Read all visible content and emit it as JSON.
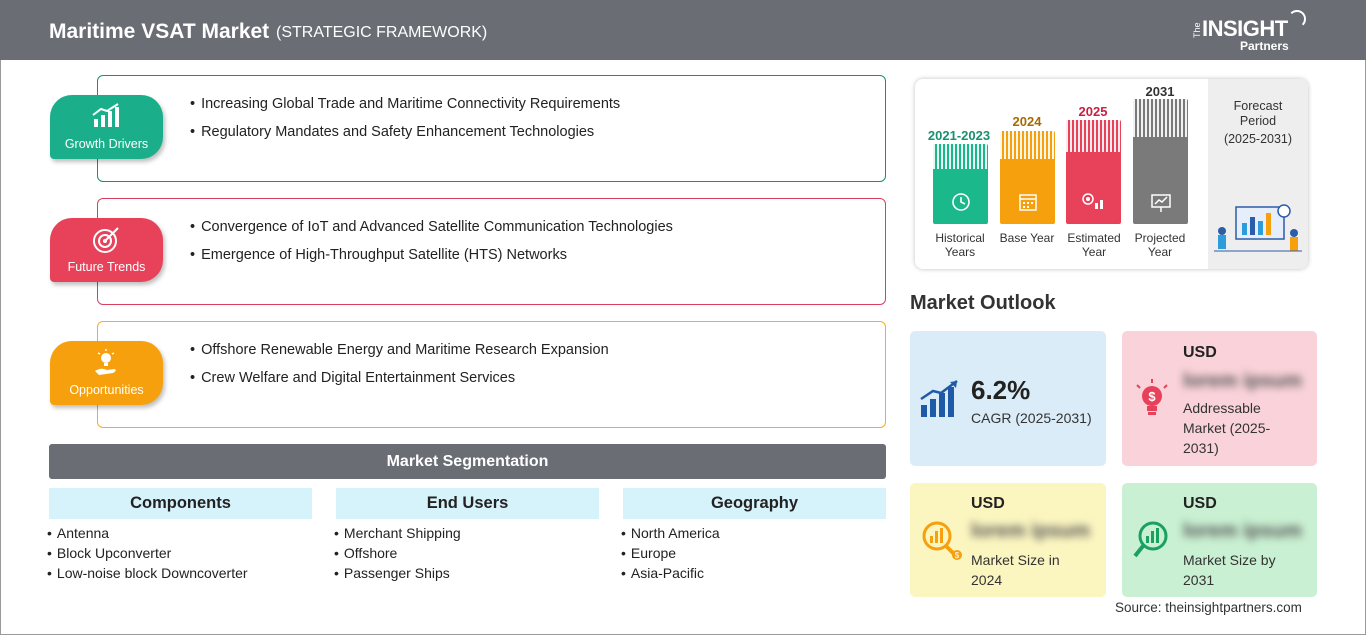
{
  "header": {
    "title": "Maritime VSAT Market",
    "subtitle": "(STRATEGIC FRAMEWORK)"
  },
  "logo": {
    "the": "The",
    "insight": "INSIGHT",
    "partners": "Partners"
  },
  "framework": [
    {
      "label": "Growth Drivers",
      "color": "#1aaf8a",
      "border": "#1a8f70",
      "icon": "growth-chart-icon",
      "items": [
        "Increasing Global Trade and Maritime Connectivity Requirements",
        "Regulatory Mandates and Safety Enhancement Technologies"
      ]
    },
    {
      "label": "Future Trends",
      "color": "#e8425a",
      "border": "#d84060",
      "icon": "target-icon",
      "items": [
        "Convergence of IoT and Advanced Satellite Communication Technologies",
        "Emergence of High-Throughput Satellite (HTS) Networks"
      ]
    },
    {
      "label": "Opportunities",
      "color": "#f5a00c",
      "border": "#f0b020",
      "icon": "lightbulb-hand-icon",
      "items": [
        "Offshore Renewable Energy and Maritime Research Expansion",
        "Crew Welfare and Digital Entertainment Services"
      ]
    }
  ],
  "segmentation": {
    "title": "Market Segmentation",
    "columns": [
      {
        "heading": "Components",
        "items": [
          "Antenna",
          "Block Upconverter",
          "Low-noise block Downcoverter"
        ]
      },
      {
        "heading": "End Users",
        "items": [
          "Merchant Shipping",
          "Offshore",
          "Passenger Ships"
        ]
      },
      {
        "heading": "Geography",
        "items": [
          "North America",
          "Europe",
          "Asia-Pacific"
        ]
      }
    ]
  },
  "timeline": {
    "bars": [
      {
        "year": "2021-2023",
        "label": "Historical Years",
        "color": "#1ab88a",
        "yearColor": "#1a9070",
        "icon": "clock-icon"
      },
      {
        "year": "2024",
        "label": "Base Year",
        "color": "#f5a00c",
        "yearColor": "#a86a00",
        "icon": "calendar-icon"
      },
      {
        "year": "2025",
        "label": "Estimated Year",
        "color": "#e8425a",
        "yearColor": "#c82040",
        "icon": "gear-chart-icon"
      },
      {
        "year": "2031",
        "label": "Projected Year",
        "color": "#7a7a7a",
        "yearColor": "#333333",
        "icon": "presentation-icon"
      }
    ],
    "forecast": {
      "title": "Forecast Period",
      "range": "(2025-2031)"
    }
  },
  "outlook": {
    "title": "Market Outlook",
    "cagr": {
      "value": "6.2%",
      "label": "CAGR (2025-2031)",
      "bg": "#d9ecf7"
    },
    "addressable": {
      "currency": "USD",
      "value": "lorem ipsum",
      "label": "Addressable Market (2025-2031)",
      "bg": "#f9d3d9"
    },
    "size2024": {
      "currency": "USD",
      "value": "lorem ipsum",
      "label": "Market Size in 2024",
      "bg": "#fbf5c0"
    },
    "size2031": {
      "currency": "USD",
      "value": "lorem ipsum",
      "label": "Market Size by 2031",
      "bg": "#c9f0d2"
    }
  },
  "source": "Source: theinsightpartners.com"
}
